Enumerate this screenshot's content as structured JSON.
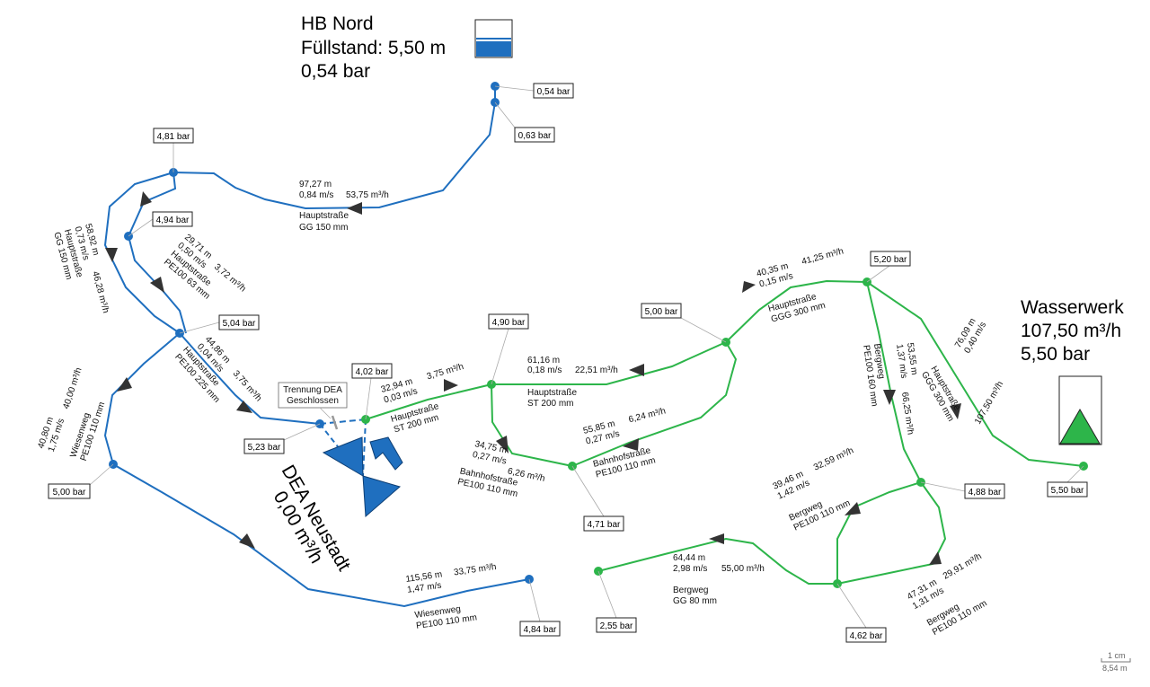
{
  "colors": {
    "blue": "#1f6fbf",
    "green": "#2db54a",
    "tank_fill": "#1f6fbf",
    "arrow": "#333333"
  },
  "hb_nord": {
    "name": "HB Nord",
    "level": "Füllstand: 5,50 m",
    "pressure": "0,54 bar"
  },
  "wasserwerk": {
    "name": "Wasserwerk",
    "flow": "107,50 m³/h",
    "pressure": "5,50 bar"
  },
  "dea": {
    "name": "DEA Neustadt",
    "flow": "0,00 m³/h",
    "separation_label_1": "Trennung DEA",
    "separation_label_2": "Geschlossen"
  },
  "pressures": [
    "0,54 bar",
    "0,63 bar",
    "4,81 bar",
    "4,94 bar",
    "5,04 bar",
    "5,23 bar",
    "4,02 bar",
    "5,00 bar",
    "4,90 bar",
    "5,00 bar",
    "5,20 bar",
    "4,71 bar",
    "4,88 bar",
    "5,50 bar",
    "4,62 bar",
    "2,55 bar",
    "4,84 bar"
  ],
  "pipes": [
    [
      "97,27 m",
      "0,84 m/s",
      "53,75 m³/h",
      "Hauptstraße",
      "GG 150 mm"
    ],
    [
      "58,92 m",
      "0,73 m/s",
      "46,28 m³/h",
      "Hauptstraße",
      "GG 150 mm"
    ],
    [
      "29,71 m",
      "0,50 m/s",
      "3,72 m³/h",
      "Hauptstraße",
      "PE100 63 mm"
    ],
    [
      "44,86 m",
      "0,04 m/s",
      "3,75 m³/h",
      "Hauptstraße",
      "PE100 225 mm"
    ],
    [
      "40,80 m",
      "1,75 m/s",
      "40,00 m³/h",
      "Wiesenweg",
      "PE100 110 mm"
    ],
    [
      "32,94 m",
      "0,03 m/s",
      "3,75 m³/h",
      "Hauptstraße",
      "ST 200 mm"
    ],
    [
      "61,16 m",
      "0,18 m/s",
      "22,51 m³/h",
      "Hauptstraße",
      "ST 200 mm"
    ],
    [
      "40,35 m",
      "0,15 m/s",
      "41,25 m³/h",
      "Hauptstraße",
      "GGG 300 mm"
    ],
    [
      "55,85 m",
      "0,27 m/s",
      "6,24 m³/h",
      "Bahnhofstraße",
      "PE100 110 mm"
    ],
    [
      "34,75 m",
      "0,27 m/s",
      "6,26 m³/h",
      "Bahnhofstraße",
      "PE100 110 mm"
    ],
    [
      "53,55 m",
      "1,37 m/s",
      "66,25 m³/h",
      "Bergweg",
      "PE100 160 mm"
    ],
    [
      "76,09 m",
      "0,40 m/s",
      "107,50 m³/h",
      "Hauptstraße",
      "GGG 300 mm"
    ],
    [
      "39,46 m",
      "1,42 m/s",
      "32,59 m³/h",
      "Bergweg",
      "PE100 110 mm"
    ],
    [
      "64,44 m",
      "2,98 m/s",
      "55,00 m³/h",
      "Bergweg",
      "GG 80 mm"
    ],
    [
      "47,31 m",
      "1,31 m/s",
      "29,91 m³/h",
      "Bergweg",
      "PE100 110 mm"
    ],
    [
      "115,56 m",
      "1,47 m/s",
      "33,75 m³/h",
      "Wiesenweg",
      "PE100 110 mm"
    ]
  ],
  "scale": {
    "top": "1 cm",
    "bottom": "8,54 m"
  }
}
